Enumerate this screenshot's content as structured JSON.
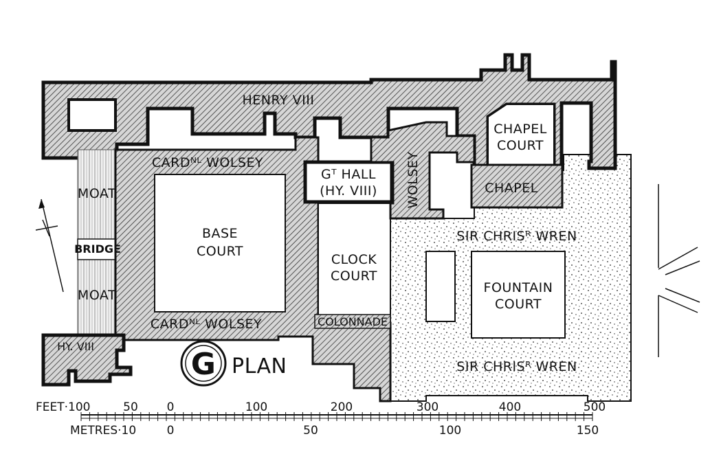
{
  "labels": {
    "henry_viii": "HENRY VIII",
    "chapel_court_1": "CHAPEL",
    "chapel_court_2": "COURT",
    "cardinal_wolsey_top": "CARDᴺᴸ WOLSEY",
    "cardinal_wolsey_bottom": "CARDᴺᴸ WOLSEY",
    "great_hall_1": "Gᵀ HALL",
    "great_hall_2": "(HY. VIII)",
    "wolsey_vertical": "WOLSEY",
    "chapel": "CHAPEL",
    "moat_top": "MOAT",
    "moat_bottom": "MOAT",
    "bridge": "BRIDGE",
    "base_court_1": "BASE",
    "base_court_2": "COURT",
    "clock_court_1": "CLOCK",
    "clock_court_2": "COURT",
    "wren_top": "SIR CHRISᴿ WREN",
    "wren_bottom": "SIR CHRISᴿ WREN",
    "fountain_court_1": "FOUNTAIN",
    "fountain_court_2": "COURT",
    "colonnade": "COLONNADE",
    "hy_viii_small": "HY. VIII",
    "plan_letter": "G",
    "plan_title": "PLAN"
  },
  "scale": {
    "feet_label": "FEET·100",
    "feet_ticks": [
      "50",
      "0",
      "100",
      "200",
      "300",
      "400",
      "500"
    ],
    "metres_label": "METRES·10",
    "metres_ticks": [
      "0",
      "50",
      "100",
      "150"
    ]
  }
}
